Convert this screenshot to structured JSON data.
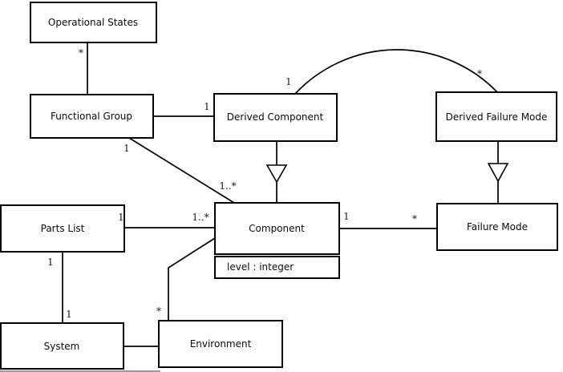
{
  "diagram": {
    "type": "uml-class-diagram",
    "background_color": "#ffffff",
    "line_color": "#000000",
    "classes": {
      "operational_states": {
        "name": "Operational States"
      },
      "functional_group": {
        "name": "Functional Group"
      },
      "derived_component": {
        "name": "Derived Component"
      },
      "derived_failure_mode": {
        "name": "Derived Failure Mode"
      },
      "parts_list": {
        "name": "Parts List"
      },
      "component": {
        "name": "Component",
        "attribute": "level : integer"
      },
      "failure_mode": {
        "name": "Failure Mode"
      },
      "system": {
        "name": "System"
      },
      "environment": {
        "name": "Environment"
      }
    },
    "multiplicities": {
      "os_fg_star": "*",
      "fg_dc_one": "1",
      "fg_comp_one": "1",
      "fg_comp_many": "1..*",
      "dc_dfm_one": "1",
      "dc_dfm_star": "*",
      "pl_comp_one": "1",
      "pl_comp_many": "1..*",
      "comp_fm_one": "1",
      "comp_fm_star": "*",
      "pl_sys_one_upper": "1",
      "pl_sys_one_lower": "1",
      "comp_env_star": "*"
    }
  }
}
